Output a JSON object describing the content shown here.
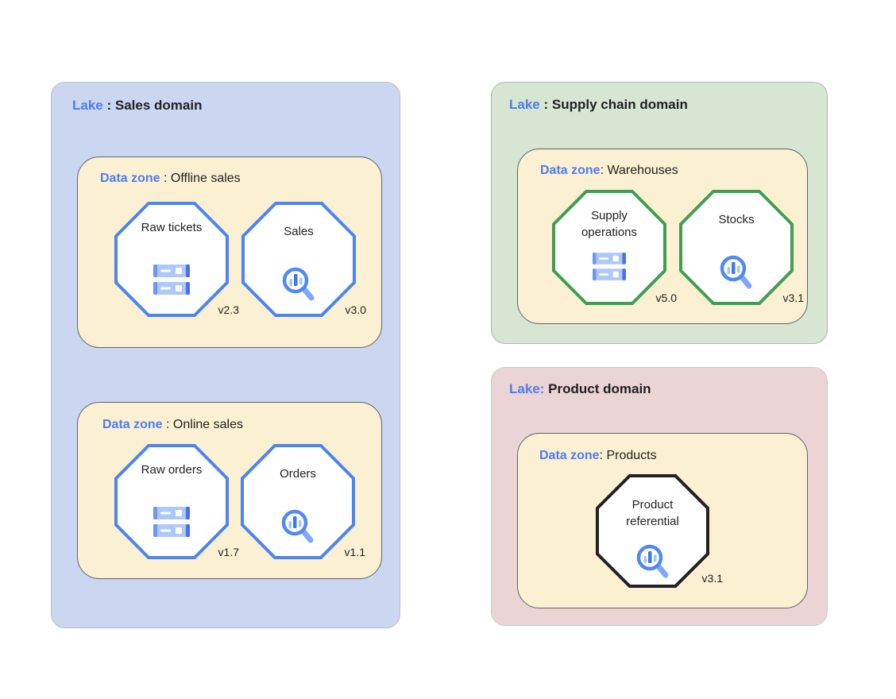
{
  "lakes": [
    {
      "title": {
        "prefix": "Lake",
        "sep": " : ",
        "name": "Sales domain"
      },
      "zones": [
        {
          "title": {
            "prefix": "Data zone",
            "sep": " : ",
            "name": "Offline sales"
          },
          "assets": [
            {
              "name": "Raw tickets",
              "version": "v2.3",
              "icon": "storage-icon"
            },
            {
              "name": "Sales",
              "version": "v3.0",
              "icon": "search-chart-icon"
            }
          ]
        },
        {
          "title": {
            "prefix": "Data zone",
            "sep": " : ",
            "name": "Online sales"
          },
          "assets": [
            {
              "name": "Raw orders",
              "version": "v1.7",
              "icon": "storage-icon"
            },
            {
              "name": "Orders",
              "version": "v1.1",
              "icon": "search-chart-icon"
            }
          ]
        }
      ]
    },
    {
      "title": {
        "prefix": "Lake",
        "sep": " : ",
        "name": "Supply chain domain"
      },
      "zones": [
        {
          "title": {
            "prefix": "Data zone",
            "sep": ": ",
            "name": "Warehouses"
          },
          "assets": [
            {
              "name": "Supply operations",
              "version": "v5.0",
              "icon": "storage-icon"
            },
            {
              "name": "Stocks",
              "version": "v3.1",
              "icon": "search-chart-icon"
            }
          ]
        }
      ]
    },
    {
      "title": {
        "prefix": "Lake:",
        "sep": " ",
        "name": "Product domain"
      },
      "zones": [
        {
          "title": {
            "prefix": "Data zone",
            "sep": ": ",
            "name": "Products"
          },
          "assets": [
            {
              "name": "Product referential",
              "version": "v3.1",
              "icon": "search-chart-icon"
            }
          ]
        }
      ]
    }
  ],
  "colors": {
    "lake_sales_bg": "#cbd6f1",
    "lake_supply_bg": "#d7e5d3",
    "lake_product_bg": "#ead4d5",
    "zone_bg": "#fbf0d2",
    "zone_border": "#5f6368",
    "accent_blue_text": "#4e7cf0",
    "octagon_border_blue": "#4c84f1",
    "octagon_border_green": "#3f9e53",
    "octagon_border_black": "#202124",
    "text": "#202124"
  }
}
